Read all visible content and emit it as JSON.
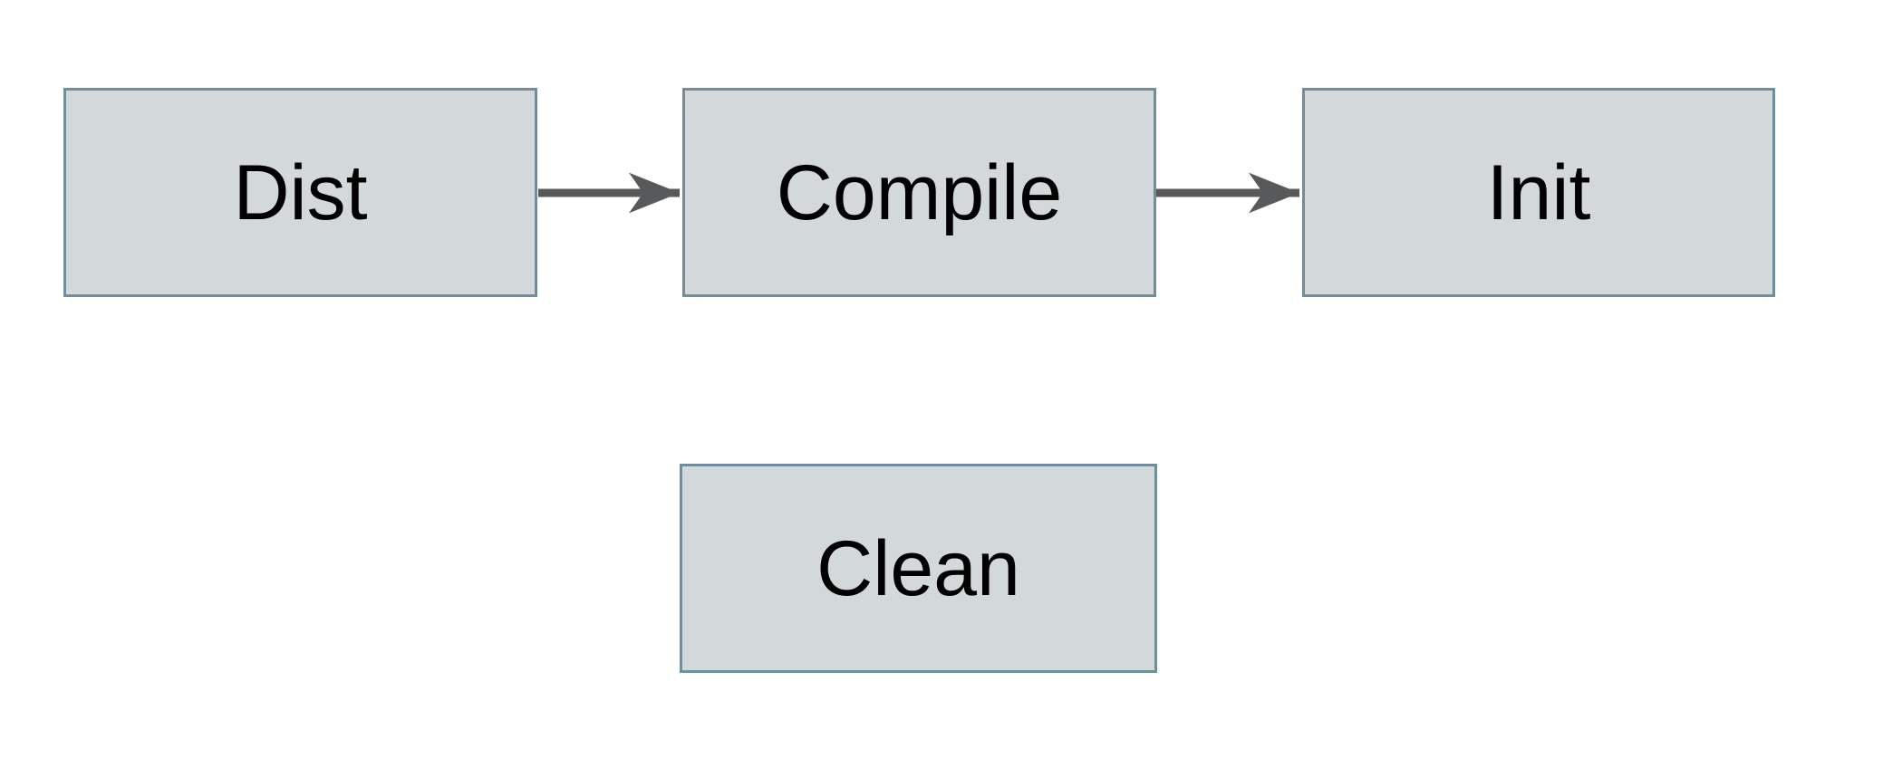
{
  "diagram": {
    "type": "flowchart",
    "nodes": [
      {
        "id": "dist",
        "label": "Dist"
      },
      {
        "id": "compile",
        "label": "Compile"
      },
      {
        "id": "init",
        "label": "Init"
      },
      {
        "id": "clean",
        "label": "Clean"
      }
    ],
    "edges": [
      {
        "from": "dist",
        "to": "compile",
        "style": "arrow-right"
      },
      {
        "from": "compile",
        "to": "init",
        "style": "arrow-right"
      }
    ],
    "colors": {
      "node_fill": "#d3d9db",
      "node_border": "#708d9b",
      "arrow": "#58595b",
      "label_text": "#000000",
      "canvas_background": "#ffffff"
    }
  }
}
